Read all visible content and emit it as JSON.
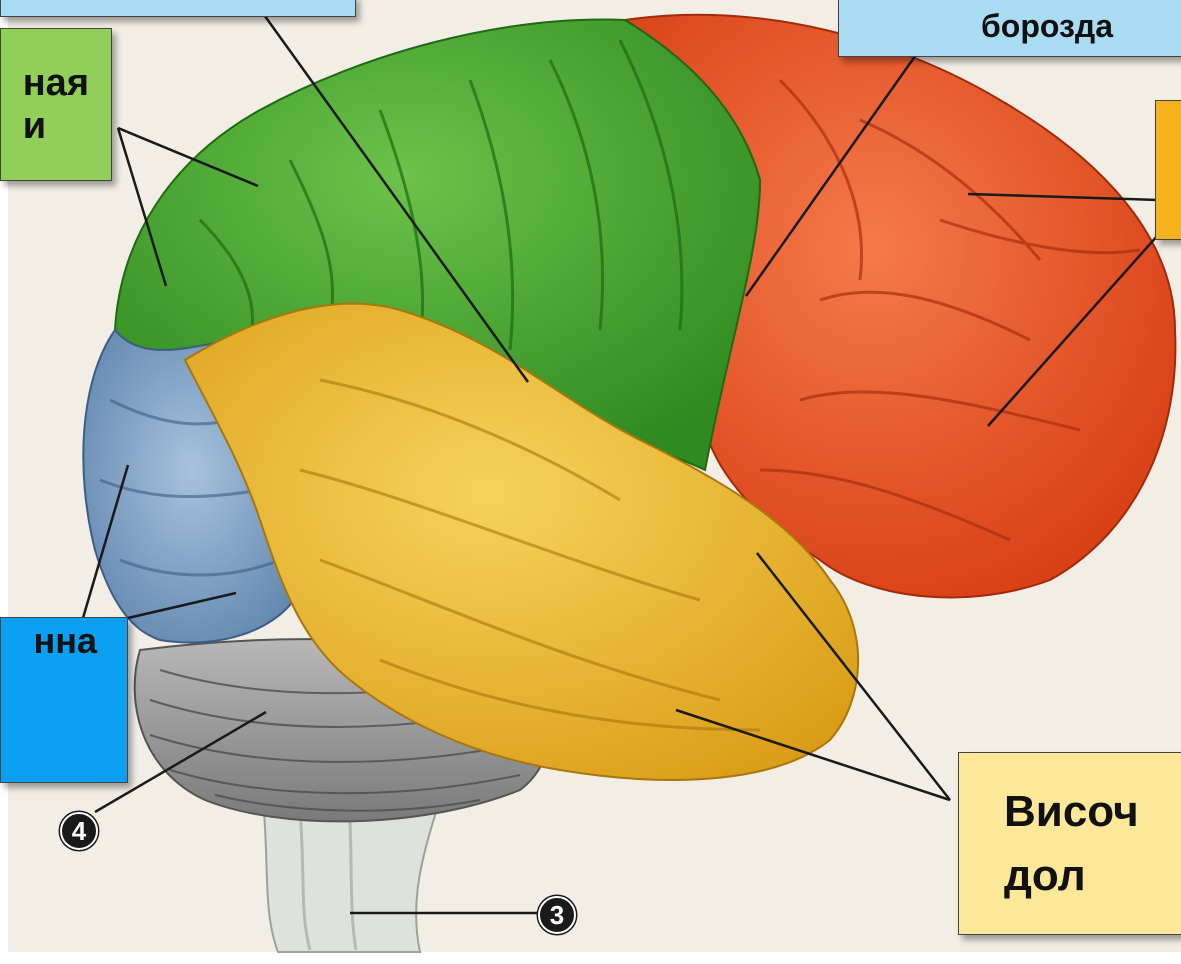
{
  "labels": {
    "top_blue_box": "",
    "sulcus_box": "борозда",
    "parietal_box": "ная\nи",
    "frontal_box": "",
    "occipital_box": "нна",
    "temporal_box": "Височ\nдол"
  },
  "markers": {
    "cerebellum": "4",
    "brainstem": "3"
  },
  "colors": {
    "parietal": "#3fa22c",
    "frontal": "#e8481f",
    "temporal": "#e9b524",
    "occipital": "#6e95be",
    "cerebellum": "#9a9a9a",
    "label_blue_light": "#a9dcf2",
    "label_green": "#92cf58",
    "label_yellow": "#fde89a",
    "label_orange": "#f6b21c",
    "label_blue": "#0b9ff2"
  }
}
